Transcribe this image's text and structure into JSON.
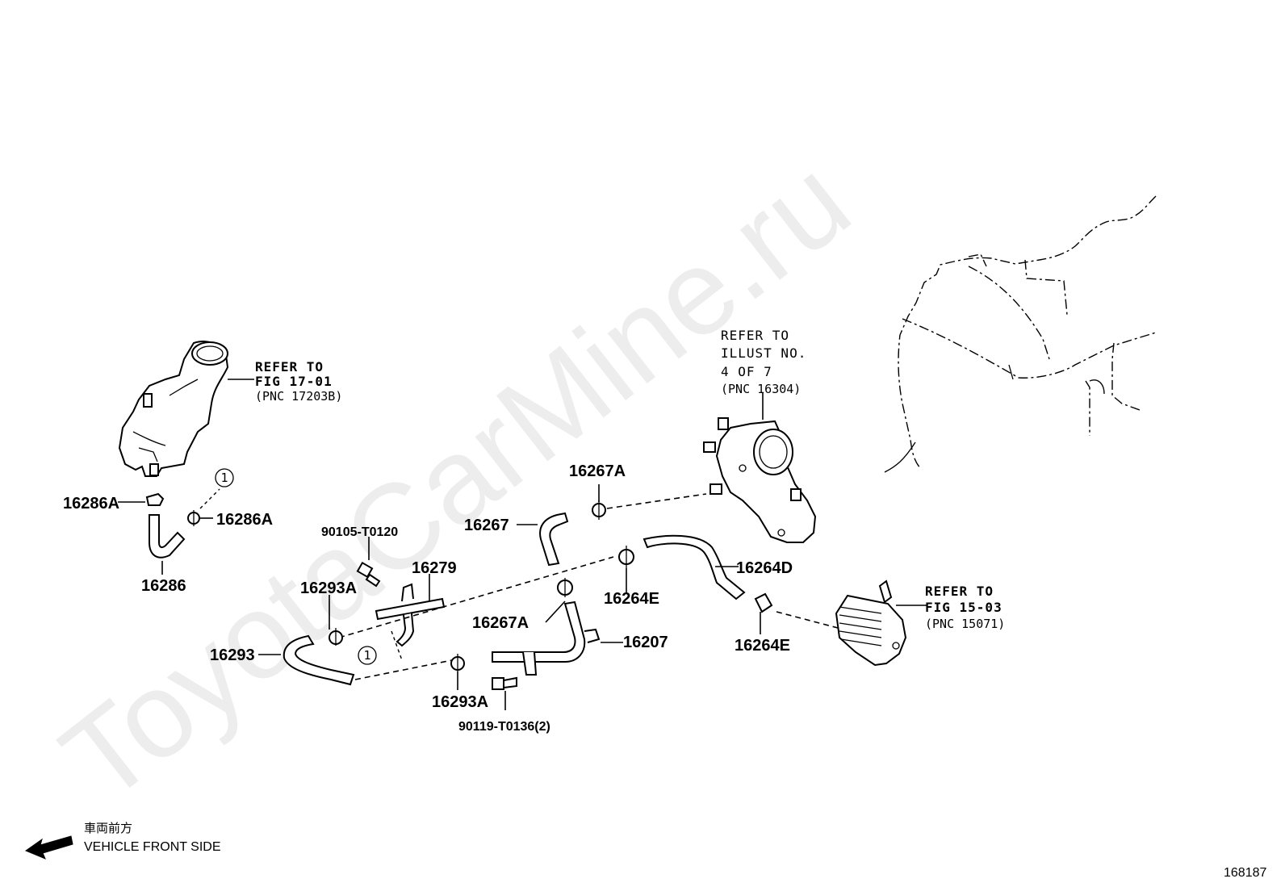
{
  "watermark": "ToyotaCarMine.ru",
  "part_labels": {
    "p16286A_left": "16286A",
    "p16286A_right": "16286A",
    "p16286": "16286",
    "p90105": "90105-T0120",
    "p16279": "16279",
    "p16293A_top": "16293A",
    "p16293": "16293",
    "p16293A_bottom": "16293A",
    "p90119": "90119-T0136(2)",
    "p16267": "16267",
    "p16267A_top": "16267A",
    "p16267A_bottom": "16267A",
    "p16207": "16207",
    "p16264D": "16264D",
    "p16264E_top": "16264E",
    "p16264E_bottom": "16264E"
  },
  "refs": {
    "fig17": {
      "line1": "REFER TO",
      "line2": "FIG 17-01",
      "line3": "(PNC 17203B)"
    },
    "illust": {
      "line1": "REFER TO",
      "line2": "ILLUST NO.",
      "line3": "4 OF 7",
      "line4": "(PNC 16304)"
    },
    "fig15": {
      "line1": "REFER TO",
      "line2": "FIG 15-03",
      "line3": "(PNC 15071)"
    }
  },
  "callouts": {
    "c1_top": "1",
    "c1_bottom": "1"
  },
  "direction": {
    "japanese": "車両前方",
    "english": "VEHICLE FRONT SIDE",
    "icon": "arrow-left-icon"
  },
  "figure_number": "168187"
}
